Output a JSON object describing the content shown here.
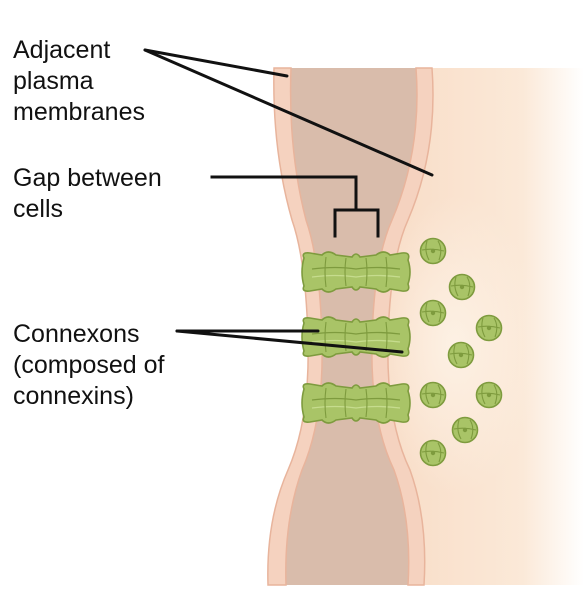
{
  "labels": {
    "membranes": "Adjacent\nplasma\nmembranes",
    "gap": "Gap between\ncells",
    "connexons": "Connexons\n(composed of\nconnexins)"
  },
  "colors": {
    "cytoplasm": "#d9bcab",
    "membrane": "#f5d2bf",
    "membrane_edge": "#e8b49c",
    "cell_right": "#f9e2cc",
    "connexon_fill": "#a9c467",
    "connexon_dark": "#7e9b3e",
    "leader": "#111111"
  },
  "icons": [
    "connexon-channel",
    "connexon-top-view"
  ]
}
